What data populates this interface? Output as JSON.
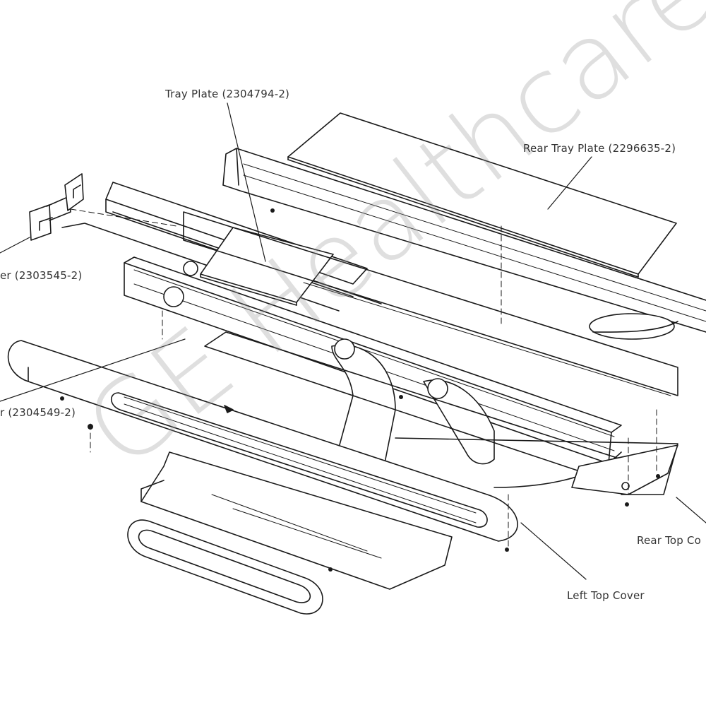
{
  "diagram": {
    "labels": {
      "tray_plate": "Tray Plate (2304794-2)",
      "rear_tray_plate": "Rear Tray Plate (2296635-2)",
      "cover_a": "er (2303545-2)",
      "cover_b": "r (2304549-2)",
      "rear_top_cover": "Rear Top Co",
      "left_top_cover": "Left Top Cover"
    },
    "watermark": "GE Healthcare",
    "colors": {
      "line": "#1a1a1a",
      "label_text": "#333333",
      "watermark": "#969696"
    }
  }
}
